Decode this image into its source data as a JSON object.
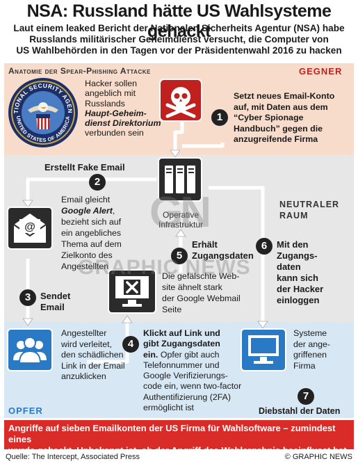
{
  "title": "NSA: Russland hätte US Wahlsysteme gehackt",
  "subtitle_lines": [
    "Laut einem leaked Bericht der Nationalen Sicherheits Agentur (NSA) habe",
    "Russlands militärischer Geheimdienst versucht, die Computer von",
    "US Wahlbehörden in den Tagen vor der Präsidentenwahl 2016 zu hacken"
  ],
  "sections": {
    "anatomy": "Anatomie der Spear-Phishing Attacke",
    "enemy": "GEGNER",
    "neutral": [
      "NEUTRALER",
      "RAUM"
    ],
    "victim": "OPFER"
  },
  "seal": {
    "top_text": "NATIONAL SECURITY AGENCY",
    "bottom_text": "UNITED STATES OF AMERICA"
  },
  "hackers": {
    "line1": "Hacker sollen",
    "line2": "angeblich mit",
    "line3": "Russlands",
    "line4": "Haupt-Geheim-",
    "line5": "dienst Direktorium",
    "line6": "verbunden sein"
  },
  "steps": [
    {
      "num": "1",
      "lines": [
        "Setzt neues Email-Konto",
        "auf, mit Daten aus dem",
        "“Cyber Spionage",
        "Handbuch” gegen die",
        "anzugreifende Firma"
      ]
    },
    {
      "num": "2",
      "label": "Erstellt Fake Email"
    },
    {
      "num": "3",
      "lines": [
        "Sendet",
        "Email"
      ]
    },
    {
      "num": "4",
      "heading": [
        "Klickt auf Link und",
        "gibt Zugangsdaten",
        "ein."
      ],
      "lines": [
        "Opfer gibt auch",
        "Telefonnummer und",
        "Google Verifizierungs-",
        "code ein, wenn two-factor",
        "Authentifizierung (2FA)",
        "ermöglicht ist"
      ]
    },
    {
      "num": "5",
      "lines": [
        "Erhält",
        "Zugangsdaten"
      ]
    },
    {
      "num": "6",
      "lines": [
        "Mit den",
        "Zugangs-",
        "daten",
        "kann sich",
        "der Hacker",
        "einloggen"
      ]
    },
    {
      "num": "7",
      "label": "Diebstahl der Daten"
    }
  ],
  "infra": [
    "Operative",
    "Infrastruktur"
  ],
  "email_desc": {
    "l1": "Email gleicht",
    "l2": "Google Alert",
    "l3": ",",
    "rest": [
      "bezieht sich auf",
      "ein angebliches",
      "Thema auf dem",
      "Zielkonto des",
      "Angestellten"
    ]
  },
  "fake_site": [
    "Die gefälschte Web-",
    "site ähnelt stark",
    "der Google Webmail",
    "Seite"
  ],
  "employee": [
    "Angestellter",
    "wird verleitet,",
    "den schädlichen",
    "Link in der Email",
    "anzuklicken"
  ],
  "systems": [
    "Systeme",
    "der ange-",
    "griffenen",
    "Firma"
  ],
  "banner": [
    "Angriffe auf sieben Emailkonten der US Firma für Wahlsoftware – zumindest eines",
    "wurde gehackt. Unbekannt ist, ob der Angriff das Wahlergebnis beeinflusst hat"
  ],
  "source": "Quelle: The Intercept, Associated Press",
  "copyright": "© GRAPHIC NEWS",
  "watermark": {
    "logo": "GN",
    "text": "GRAPHIC NEWS"
  },
  "colors": {
    "red": "#c0211f",
    "blue": "#2a79c4",
    "banner": "#d92b28",
    "enemy_band": "#f7dccc",
    "neutral_band": "#e7e7e7",
    "victim_band": "#d7e7f4"
  }
}
